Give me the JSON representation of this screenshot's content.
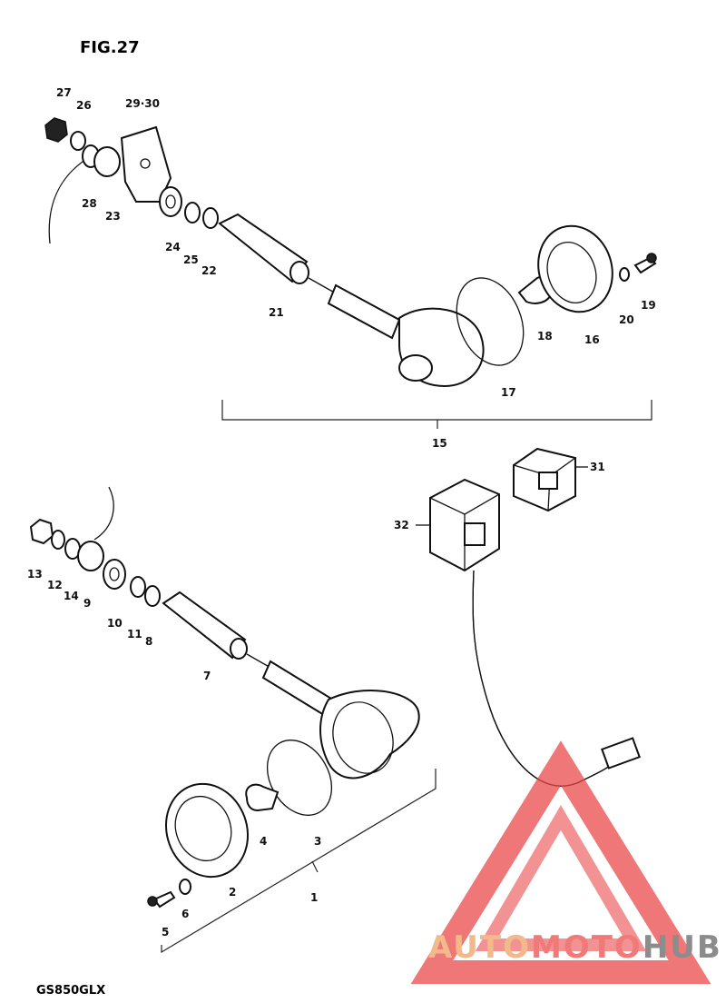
{
  "figure": {
    "title": "FIG.27",
    "model": "GS850GLX"
  },
  "watermark": {
    "brand_parts": [
      "AUTO",
      "MOTO",
      "HUB"
    ],
    "colors": {
      "auto": "#f2b98a",
      "moto": "#f07a7a",
      "hub": "#8c8c8c",
      "triangle": "#ea4a4a"
    }
  },
  "labels": {
    "l27": "27",
    "l26": "26",
    "l2930": "29·30",
    "l28": "28",
    "l23": "23",
    "l24": "24",
    "l25": "25",
    "l22": "22",
    "l21": "21",
    "l17": "17",
    "l18": "18",
    "l16": "16",
    "l20": "20",
    "l19": "19",
    "l15": "15",
    "l31": "31",
    "l32": "32",
    "l13": "13",
    "l12": "12",
    "l14": "14",
    "l9": "9",
    "l10": "10",
    "l11": "11",
    "l8": "8",
    "l7": "7",
    "l4": "4",
    "l3": "3",
    "l2": "2",
    "l1": "1",
    "l5": "5",
    "l6": "6"
  }
}
